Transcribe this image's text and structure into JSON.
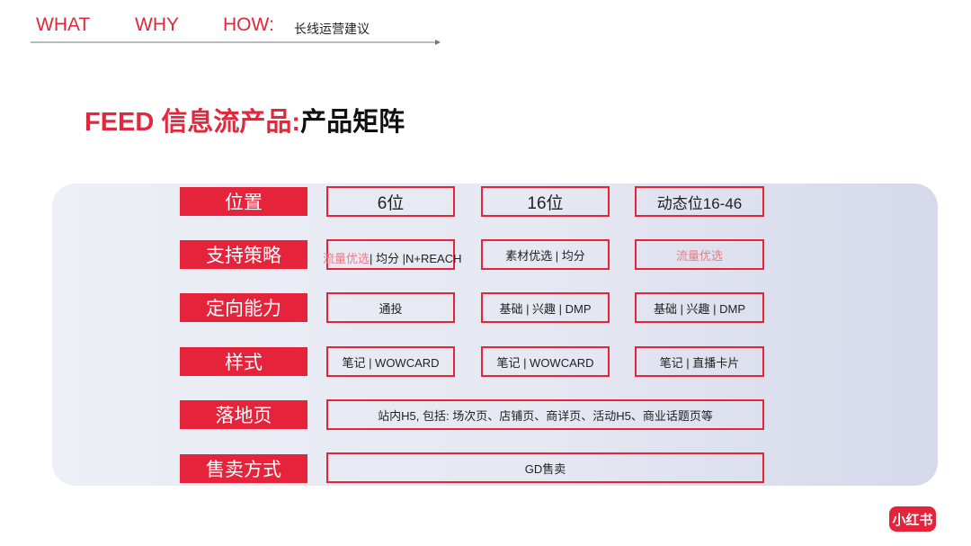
{
  "nav": {
    "what": "WHAT",
    "why": "WHY",
    "how": "HOW:",
    "how_sub": "长线运营建议"
  },
  "title": {
    "red": "FEED 信息流产品:",
    "dark": "产品矩阵"
  },
  "rows": [
    {
      "label": "位置",
      "cells": [
        "6位",
        "16位",
        "动态位16-46"
      ]
    },
    {
      "label": "支持策略",
      "cells": [
        "流量优选",
        "| 均分 |N+REACH",
        "素材优选 | 均分",
        "流量优选"
      ]
    },
    {
      "label": "定向能力",
      "cells": [
        "通投",
        "基础 | 兴趣 | DMP",
        "基础 | 兴趣 | DMP"
      ]
    },
    {
      "label": "样式",
      "cells": [
        "笔记 | WOWCARD",
        "笔记 | WOWCARD",
        "笔记 | 直播卡片"
      ]
    },
    {
      "label": "落地页",
      "cells": [
        "站内H5, 包括: 场次页、店铺页、商详页、活动H5、商业话题页等"
      ]
    },
    {
      "label": "售卖方式",
      "cells": [
        "GD售卖"
      ]
    }
  ],
  "logo": "小红书",
  "colors": {
    "accent": "#e5243c",
    "light_accent": "#ef7a86"
  }
}
